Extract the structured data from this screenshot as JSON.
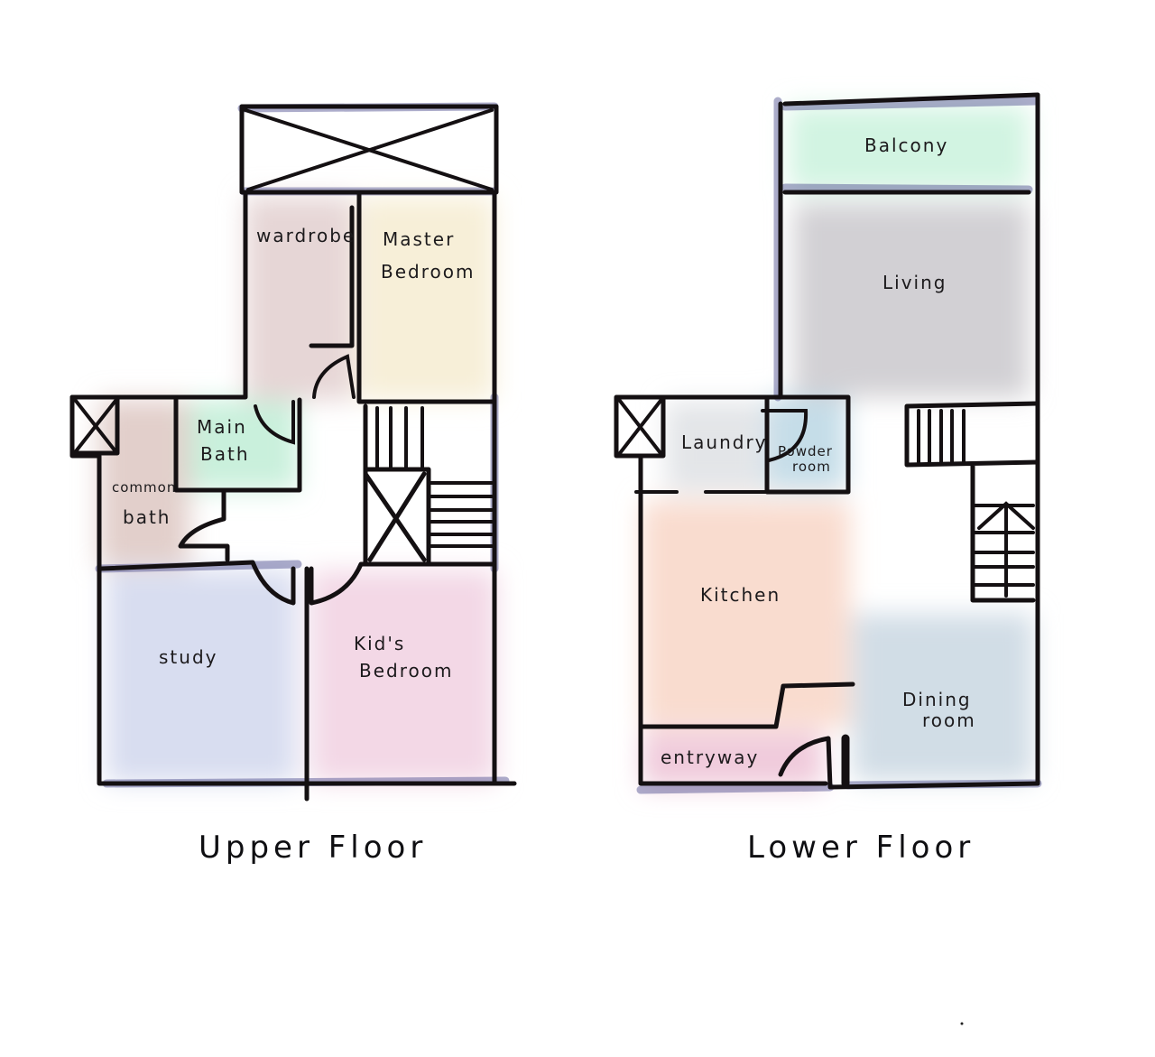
{
  "upper_floor": {
    "title": "Upper Floor",
    "rooms": [
      {
        "label": "wardrobe",
        "color": "#e6d6d6"
      },
      {
        "label": "Master",
        "label2": "Bedroom",
        "color": "#f7efd8"
      },
      {
        "label": "Main",
        "label2": "Bath",
        "color": "#c9f0dc"
      },
      {
        "label": "common",
        "label2": "bath",
        "color": "#e2cfcb"
      },
      {
        "label": "study",
        "color": "#d8ddf0"
      },
      {
        "label": "Kid's",
        "label2": "Bedroom",
        "color": "#f3d8e6"
      }
    ]
  },
  "lower_floor": {
    "title": "Lower Floor",
    "rooms": [
      {
        "label": "Balcony",
        "color": "#d2f4e2"
      },
      {
        "label": "Living",
        "color": "#d2d0d4"
      },
      {
        "label": "Laundry",
        "color": "#e3e5e8"
      },
      {
        "label": "Powder",
        "label2": "room",
        "color": "#c5dde8"
      },
      {
        "label": "Kitchen",
        "color": "#f9dccf"
      },
      {
        "label": "Dining",
        "label2": "room",
        "color": "#d1dde6"
      },
      {
        "label": "entryway",
        "color": "#f0cbdb"
      }
    ]
  }
}
